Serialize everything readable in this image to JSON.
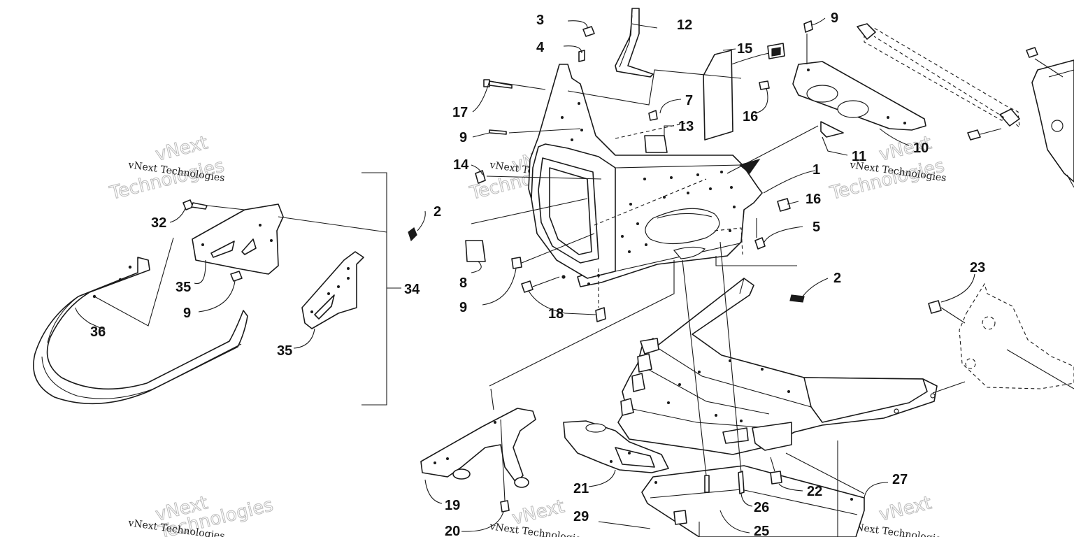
{
  "callouts": {
    "c1": "1",
    "c2a": "2",
    "c2b": "2",
    "c3": "3",
    "c4": "4",
    "c5": "5",
    "c7": "7",
    "c8": "8",
    "c9a": "9",
    "c9b": "9",
    "c9c": "9",
    "c9d": "9",
    "c10": "10",
    "c11": "11",
    "c12": "12",
    "c13": "13",
    "c14": "14",
    "c15": "15",
    "c16a": "16",
    "c16b": "16",
    "c17": "17",
    "c18": "18",
    "c19": "19",
    "c20": "20",
    "c21": "21",
    "c22": "22",
    "c23": "23",
    "c25": "25",
    "c26": "26",
    "c27": "27",
    "c29": "29",
    "c32": "32",
    "c34": "34",
    "c35a": "35",
    "c35b": "35",
    "c36": "36"
  },
  "watermark": {
    "brand": "vNext Technologies",
    "logo_a": "vNext",
    "logo_b": "Technologies"
  }
}
